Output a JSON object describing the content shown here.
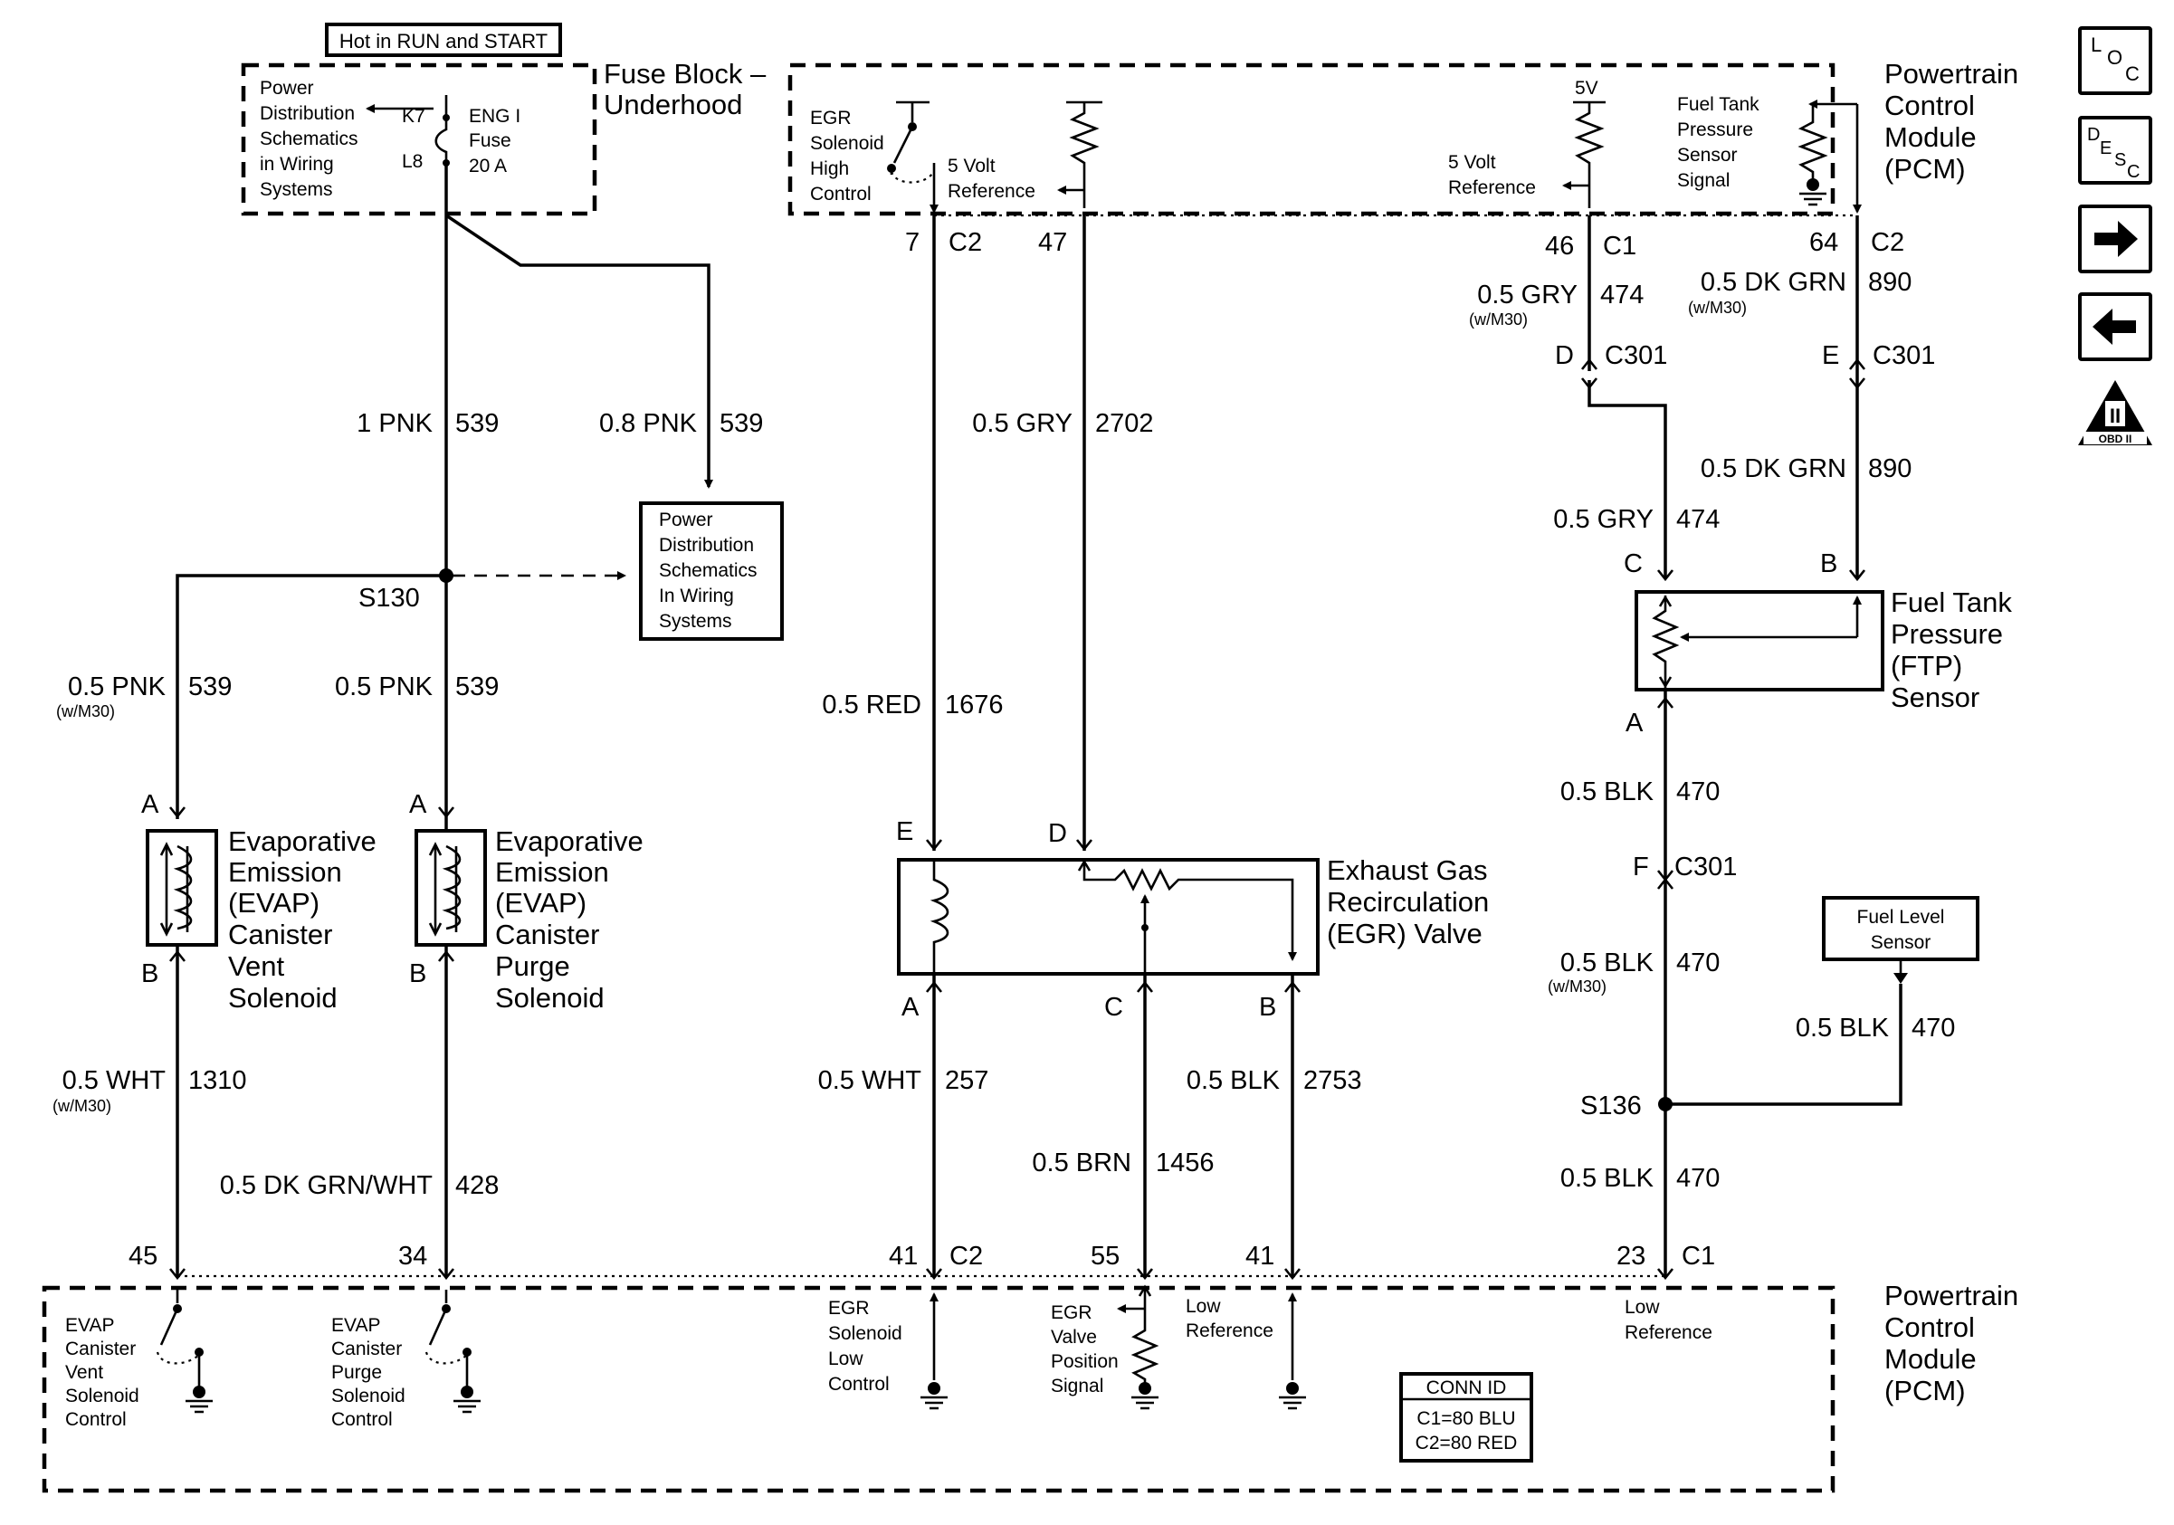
{
  "header": {
    "hot_label": "Hot in RUN and START"
  },
  "fuse_block": {
    "title_line1": "Fuse Block –",
    "title_line2": "Underhood",
    "pd_ref": [
      "Power",
      "Distribution",
      "Schematics",
      "in Wiring",
      "Systems"
    ],
    "k7": "K7",
    "l8": "L8",
    "fuse_label": [
      "ENG I",
      "Fuse",
      "20 A"
    ]
  },
  "pd_box": [
    "Power",
    "Distribution",
    "Schematics",
    "In Wiring",
    "Systems"
  ],
  "pcm_top": {
    "title": [
      "Powertrain",
      "Control",
      "Module",
      "(PCM)"
    ],
    "egr_high": [
      "EGR",
      "Solenoid",
      "High",
      "Control"
    ],
    "five_volt_ref_a": [
      "5 Volt",
      "Reference"
    ],
    "five_v": "5V",
    "five_volt_ref_b": [
      "5 Volt",
      "Reference"
    ],
    "ftp_signal": [
      "Fuel Tank",
      "Pressure",
      "Sensor",
      "Signal"
    ]
  },
  "pcm_bottom": {
    "title": [
      "Powertrain",
      "Control",
      "Module",
      "(PCM)"
    ],
    "evap_vent": [
      "EVAP",
      "Canister",
      "Vent",
      "Solenoid",
      "Control"
    ],
    "evap_purge": [
      "EVAP",
      "Canister",
      "Purge",
      "Solenoid",
      "Control"
    ],
    "egr_low": [
      "EGR",
      "Solenoid",
      "Low",
      "Control"
    ],
    "egr_pos": [
      "EGR",
      "Valve",
      "Position",
      "Signal"
    ],
    "low_ref_a": [
      "Low",
      "Reference"
    ],
    "low_ref_b": [
      "Low",
      "Reference"
    ],
    "conn_id_title": "CONN ID",
    "conn_id_lines": [
      "C1=80 BLU",
      "C2=80 RED"
    ]
  },
  "pins_top": {
    "p7": "7",
    "c2_a": "C2",
    "p47": "47",
    "p46": "46",
    "c1_a": "C1",
    "p64": "64",
    "c2_b": "C2"
  },
  "pins_bottom": {
    "p45": "45",
    "p34": "34",
    "p41a": "41",
    "c2": "C2",
    "p55": "55",
    "p41b": "41",
    "p23": "23",
    "c1": "C1"
  },
  "splices": {
    "s130": "S130",
    "s136": "S136"
  },
  "connectors": {
    "d": "D",
    "c301_d": "C301",
    "e": "E",
    "c301_e": "C301",
    "f": "F",
    "c301_f": "C301"
  },
  "wires": {
    "pnk1": {
      "gauge": "1 PNK",
      "circuit": "539"
    },
    "pnk08": {
      "gauge": "0.8 PNK",
      "circuit": "539"
    },
    "pnk05_vent": {
      "gauge": "0.5 PNK",
      "circuit": "539",
      "note": "(w/M30)"
    },
    "pnk05_purge": {
      "gauge": "0.5 PNK",
      "circuit": "539"
    },
    "wht_vent": {
      "gauge": "0.5 WHT",
      "circuit": "1310",
      "note": "(w/M30)"
    },
    "dkgrnwht": {
      "gauge": "0.5 DK GRN/WHT",
      "circuit": "428"
    },
    "red": {
      "gauge": "0.5 RED",
      "circuit": "1676"
    },
    "gry2702": {
      "gauge": "0.5 GRY",
      "circuit": "2702"
    },
    "wht257": {
      "gauge": "0.5 WHT",
      "circuit": "257"
    },
    "brn": {
      "gauge": "0.5 BRN",
      "circuit": "1456"
    },
    "blk2753": {
      "gauge": "0.5 BLK",
      "circuit": "2753"
    },
    "gry474_top": {
      "gauge": "0.5 GRY",
      "circuit": "474",
      "note": "(w/M30)"
    },
    "dkgrn_top": {
      "gauge": "0.5 DK GRN",
      "circuit": "890",
      "note": "(w/M30)"
    },
    "dkgrn_mid": {
      "gauge": "0.5 DK GRN",
      "circuit": "890"
    },
    "gry474_mid": {
      "gauge": "0.5 GRY",
      "circuit": "474"
    },
    "blk470_a": {
      "gauge": "0.5 BLK",
      "circuit": "470"
    },
    "blk470_b": {
      "gauge": "0.5 BLK",
      "circuit": "470",
      "note": "(w/M30)"
    },
    "blk470_fls": {
      "gauge": "0.5 BLK",
      "circuit": "470"
    },
    "blk470_c": {
      "gauge": "0.5 BLK",
      "circuit": "470"
    }
  },
  "components": {
    "evap_vent": {
      "name": [
        "Evaporative",
        "Emission",
        "(EVAP)",
        "Canister",
        "Vent",
        "Solenoid"
      ],
      "pin_a": "A",
      "pin_b": "B"
    },
    "evap_purge": {
      "name": [
        "Evaporative",
        "Emission",
        "(EVAP)",
        "Canister",
        "Purge",
        "Solenoid"
      ],
      "pin_a": "A",
      "pin_b": "B"
    },
    "egr_valve": {
      "name": [
        "Exhaust Gas",
        "Recirculation",
        "(EGR) Valve"
      ],
      "pin_e": "E",
      "pin_d": "D",
      "pin_a": "A",
      "pin_c": "C",
      "pin_b": "B"
    },
    "ftp_sensor": {
      "name": [
        "Fuel Tank",
        "Pressure",
        "(FTP)",
        "Sensor"
      ],
      "pin_c": "C",
      "pin_b": "B",
      "pin_a": "A"
    },
    "fuel_level": {
      "name": [
        "Fuel Level",
        "Sensor"
      ]
    }
  },
  "side_icons": {
    "loc": {
      "l": "L",
      "o": "O",
      "c": "C"
    },
    "desc": {
      "d": "D",
      "e": "E",
      "s": "S",
      "c": "C"
    },
    "next": "right-arrow-icon",
    "prev": "left-arrow-icon",
    "obd": {
      "numeral": "II",
      "label": "OBD II"
    }
  }
}
